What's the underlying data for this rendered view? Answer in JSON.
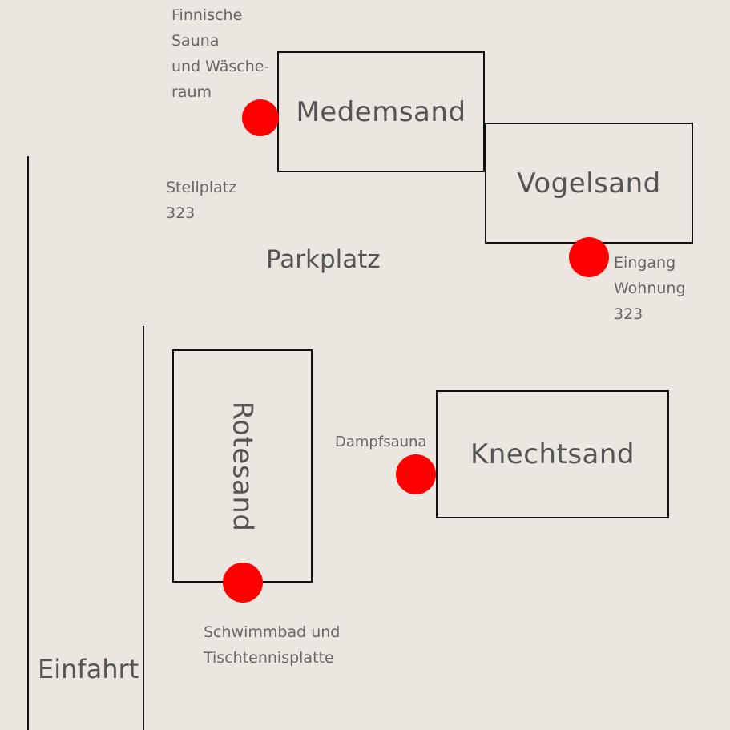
{
  "map": {
    "buildings": {
      "medemsand": "Medemsand",
      "vogelsand": "Vogelsand",
      "rotesand": "Rotesand",
      "knechtsand": "Knechtsand"
    },
    "labels": {
      "parkplatz": "Parkplatz",
      "einfahrt": "Einfahrt",
      "stellplatz": [
        "Stellplatz",
        "323"
      ],
      "finnische_sauna": [
        "Finnische",
        "Sauna",
        "und Wäsche-",
        "raum"
      ],
      "eingang": [
        "Eingang",
        "Wohnung",
        "323"
      ],
      "dampfsauna": "Dampfsauna",
      "schwimmbad": [
        "Schwimmbad und",
        "Tischtennisplatte"
      ]
    },
    "colors": {
      "background": "#ebe6e0",
      "line": "#111111",
      "marker": "#ff0000",
      "text": "#555555"
    }
  }
}
